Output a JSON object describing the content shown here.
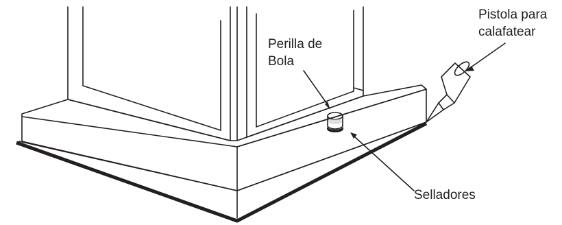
{
  "labels": {
    "caulk_gun": [
      "Pistola para",
      "calafatear"
    ],
    "ball_knob": [
      "Perilla de",
      "Bola"
    ],
    "sealers": "Selladores"
  },
  "colors": {
    "line": "#231f20",
    "background": "#ffffff",
    "seal_strip": "#231f20",
    "knob_shading": "#bcbec0"
  }
}
